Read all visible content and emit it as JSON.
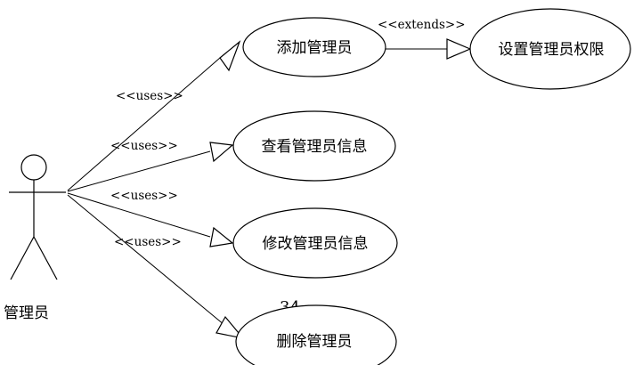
{
  "actor": {
    "label": "管理员"
  },
  "use_cases": [
    {
      "id": "add",
      "label": "添加管理员"
    },
    {
      "id": "perm",
      "label": "设置管理员权限"
    },
    {
      "id": "view",
      "label": "查看管理员信息"
    },
    {
      "id": "edit",
      "label": "修改管理员信息"
    },
    {
      "id": "del",
      "label": "删除管理员"
    }
  ],
  "relations": [
    {
      "label": "<<uses>>"
    },
    {
      "label": "<<uses>>"
    },
    {
      "label": "<<uses>>"
    },
    {
      "label": "<<uses>>"
    },
    {
      "label": "<<extends>>"
    }
  ],
  "stray_text": "34"
}
